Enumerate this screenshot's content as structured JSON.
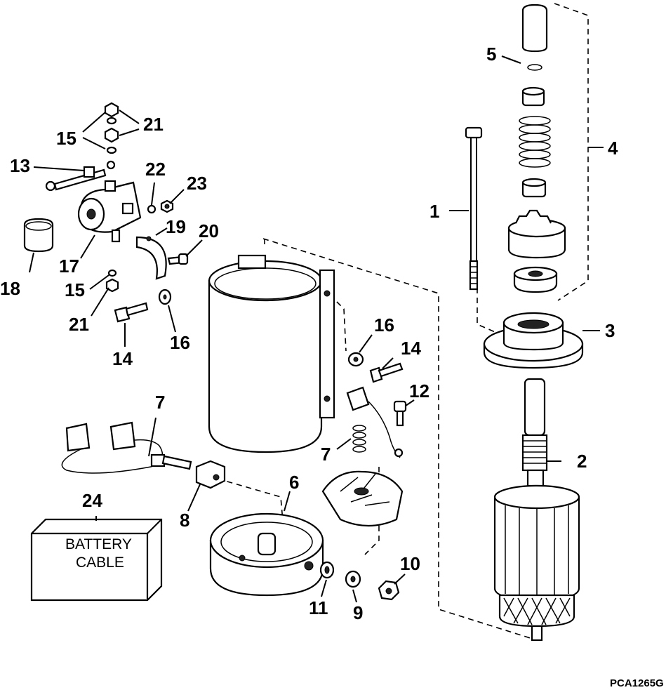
{
  "diagram": {
    "drawing_code": "PCA1265G",
    "battery_box_line1": "BATTERY",
    "battery_box_line2": "CABLE",
    "labels": {
      "p1": "1",
      "p2": "2",
      "p3": "3",
      "p4": "4",
      "p5": "5",
      "p6": "6",
      "p7a": "7",
      "p7b": "7",
      "p8": "8",
      "p9": "9",
      "p10": "10",
      "p11": "11",
      "p12": "12",
      "p13": "13",
      "p14a": "14",
      "p14b": "14",
      "p15a": "15",
      "p15b": "15",
      "p16a": "16",
      "p16b": "16",
      "p17": "17",
      "p18": "18",
      "p19": "19",
      "p20": "20",
      "p21a": "21",
      "p21b": "21",
      "p22": "22",
      "p23": "23",
      "p24": "24"
    }
  }
}
